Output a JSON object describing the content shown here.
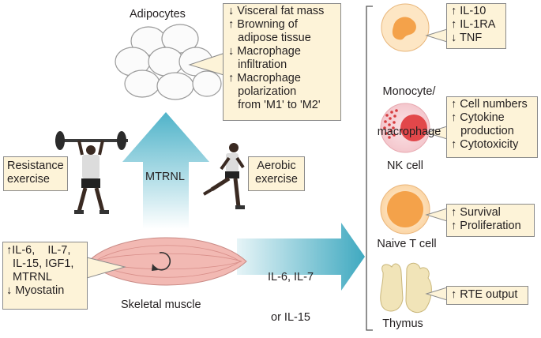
{
  "colors": {
    "box_fill": "#fdf3d8",
    "arrow_top": "#d9eef3",
    "arrow_bottom": "#4fb3c9",
    "muscle": "#f2b9b3",
    "cell_orange": "#f4a24a",
    "nk_red": "#e2474a",
    "thymus": "#f1e4b8"
  },
  "adipocytes": {
    "title": "Adipocytes",
    "effects": [
      "↓ Visceral fat mass",
      "↑ Browning of",
      "   adipose tissue",
      "↓ Macrophage",
      "   infiltration",
      "↑ Macrophage",
      "   polarization",
      "   from 'M1' to 'M2'"
    ]
  },
  "center_arrow_label": "MTRNL",
  "resistance": {
    "label_lines": [
      "Resistance",
      "exercise"
    ]
  },
  "aerobic": {
    "label_lines": [
      "Aerobic",
      "exercise"
    ]
  },
  "muscle": {
    "label": "Skeletal muscle",
    "effects": [
      "↑IL-6,    IL-7,",
      "  IL-15, IGF1,",
      "  MTRNL",
      "↓ Myostatin"
    ]
  },
  "right_arrow_label_lines": [
    "IL-6, IL-7",
    "or IL-15"
  ],
  "cells": [
    {
      "name_lines": [
        "Monocyte/",
        "macrophage"
      ],
      "icon": "monocyte-icon",
      "effects": [
        "↑ IL-10",
        "↑ IL-1RA",
        "↓ TNF"
      ]
    },
    {
      "name_lines": [
        "NK cell"
      ],
      "icon": "nk-cell-icon",
      "effects": [
        "↑ Cell numbers",
        "↑ Cytokine",
        "   production",
        "↑ Cytotoxicity"
      ]
    },
    {
      "name_lines": [
        "Naive T cell"
      ],
      "icon": "t-cell-icon",
      "effects": [
        "↑ Survival",
        "↑ Proliferation"
      ]
    },
    {
      "name_lines": [
        "Thymus"
      ],
      "icon": "thymus-icon",
      "effects": [
        "↑ RTE output"
      ]
    }
  ]
}
